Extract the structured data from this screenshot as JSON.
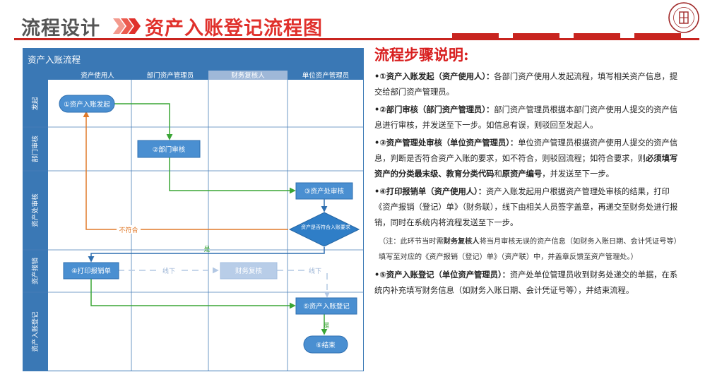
{
  "header": {
    "title": "流程设计",
    "subtitle": "资产入账登记流程图"
  },
  "diagram": {
    "title": "资产入账流程",
    "columns": [
      "资产使用人",
      "部门资产管理员",
      "财务复核人",
      "单位资产管理员"
    ],
    "rows": [
      "发起",
      "部门审核",
      "资产处审核",
      "资产报销",
      "资产入账登记"
    ],
    "nodes": {
      "n1": "①资产入账发起",
      "n2": "②部门审核",
      "n3": "③资产处审核",
      "decision": "资产是否符合入账要求",
      "n4": "④打印报销单",
      "finance": "财务复核",
      "n5": "⑤资产入账登记",
      "n6": "⑥结束"
    },
    "labels": {
      "no": "不符合",
      "yes1": "是",
      "offline1": "线下",
      "offline2": "线下",
      "yes2": "是"
    }
  },
  "steps": {
    "title": "流程步骤说明:",
    "s1": {
      "head": "•①资产入账发起（资产使用人）：",
      "body": "各部门资产使用人发起流程，填写相关资产信息，提交给部门资产管理员。"
    },
    "s2": {
      "head": "•②部门审核（部门资产管理员）：",
      "body": "部门资产管理员根据本部门资产使用人提交的资产信息进行审核，并发送至下一步。如信息有误，则驳回至发起人。"
    },
    "s3": {
      "head": "•③资产管理处审核（单位资产管理员）：",
      "body1": "单位资产管理员根据资产使用人提交的资产信息，判断是否符合资产入账的要求，如不符合，则驳回流程；如符合要求，则",
      "bold": "必须填写资产的分类最末级、教育分类代码",
      "body2": "和",
      "bold2": "原资产编号",
      "body3": "，并发送至下一步。"
    },
    "s4": {
      "head": "•④打印报销单（资产使用人）：",
      "body": "资产入账发起用户根据资产管理处审核的结果，打印《资产报销（登记）单》（财务联），线下由相关人员签字盖章，再递交至财务处进行报销，同时在系统内将流程发送至下一步。"
    },
    "note": {
      "pre": "（注：此环节当时需",
      "bold": "财务复核人",
      "post": "将当月审核无误的资产信息（如财务入账日期、会计凭证号等）填写至对应的《资产报销（登记）单》（资产联）中，并盖章反馈至资产管理处。）"
    },
    "s5": {
      "head": "•⑤资产入账登记（单位资产管理员）：",
      "body": "资产处单位管理员收到财务处递交的单据，在系统内补充填写财务信息（如财务入账日期、会计凭证号等），并结束流程。"
    }
  },
  "colors": {
    "accent_red": "#c8241f",
    "lane_header": "#3a78b5",
    "node": "#4a8fd1",
    "orange_line": "#e07a2a",
    "green_line": "#3aa535"
  }
}
